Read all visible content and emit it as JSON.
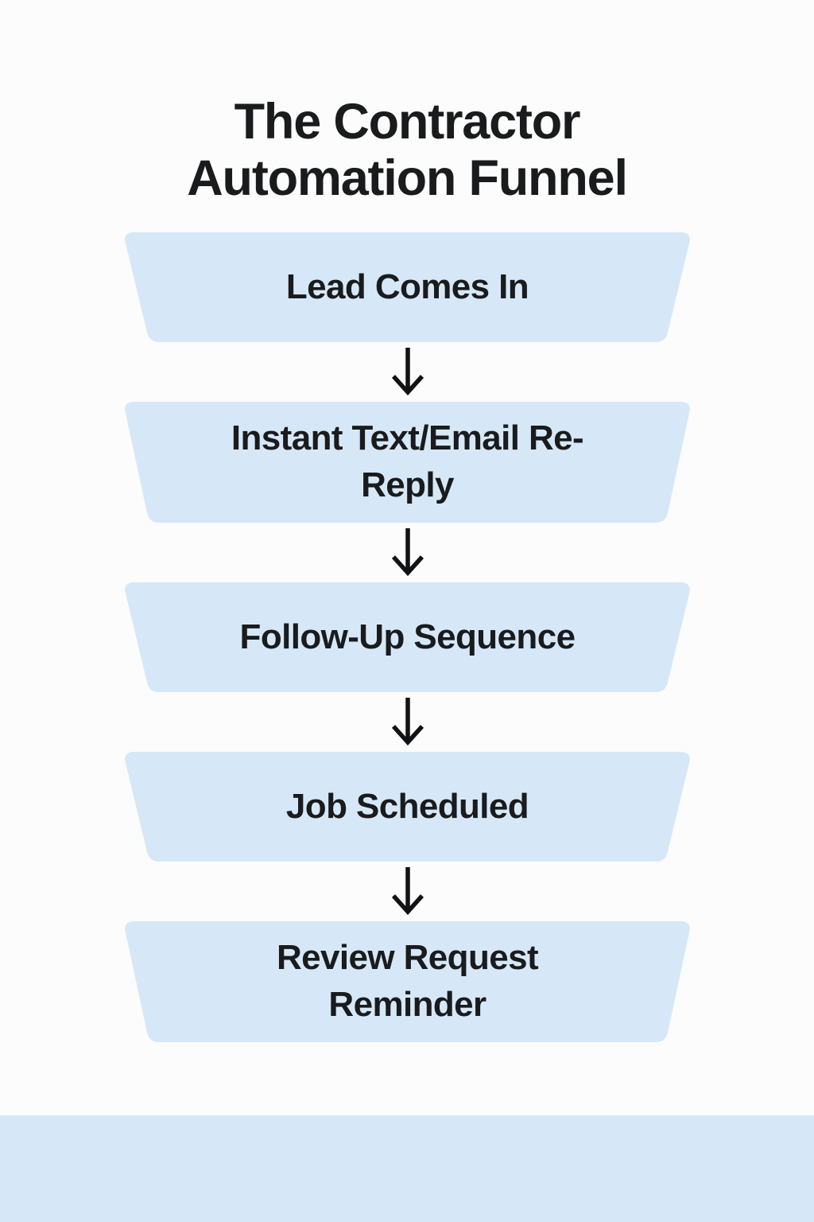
{
  "title": "The Contractor\nAutomation Funnel",
  "colors": {
    "background": "#fcfcfd",
    "funnel_fill": "#d6e8f8",
    "text": "#1a1b1d",
    "arrow": "#111215",
    "bottom_band": "#d6e8f8"
  },
  "funnel": {
    "steps": [
      {
        "label": "Lead Comes In",
        "icon": "funnel-segment"
      },
      {
        "label": "Instant Text/Email Re-Reply",
        "icon": "funnel-segment"
      },
      {
        "label": "Follow-Up Sequence",
        "icon": "funnel-segment"
      },
      {
        "label": "Job Scheduled",
        "icon": "funnel-segment"
      },
      {
        "label": "Review Request Reminder",
        "icon": "funnel-segment"
      }
    ],
    "connectors": [
      {
        "icon": "arrow-down-icon"
      },
      {
        "icon": "arrow-down-icon"
      },
      {
        "icon": "arrow-down-icon"
      },
      {
        "icon": "arrow-down-icon"
      }
    ]
  }
}
